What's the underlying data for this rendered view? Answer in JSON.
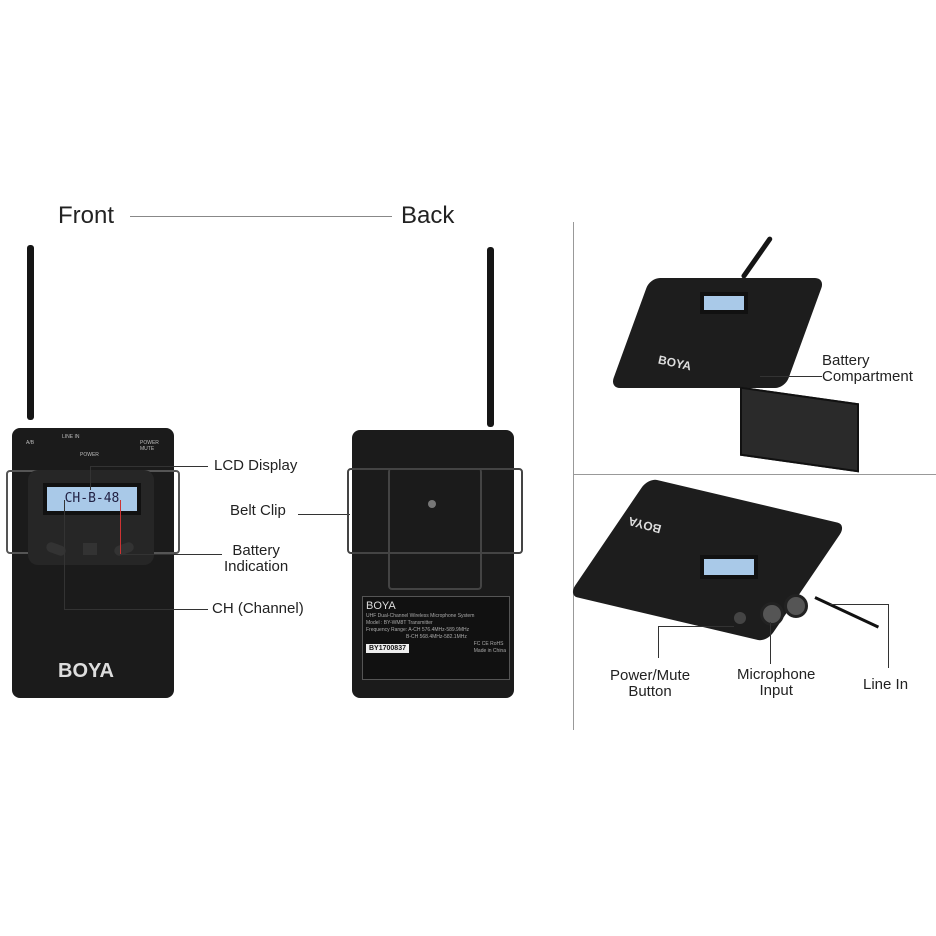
{
  "headers": {
    "front": "Front",
    "back": "Back"
  },
  "callouts": {
    "lcd_display": "LCD Display",
    "belt_clip": "Belt Clip",
    "battery_indication": "Battery\nIndication",
    "ch_channel": "CH (Channel)",
    "battery_compartment": "Battery\nCompartment",
    "power_mute_button": "Power/Mute\nButton",
    "microphone_input": "Microphone\nInput",
    "line_in": "Line In"
  },
  "device": {
    "brand": "BOYA",
    "lcd_text": "CH-B-48",
    "front_labels": {
      "ab": "A/B",
      "line_in": "LINE IN",
      "power": "POWER",
      "power_mute": "POWER\nMUTE"
    },
    "sticker": {
      "line1": "UHF Dual-Channel Wireless Microphone System",
      "line2": "Model : BY-WM8T Transmitter",
      "line3": "Frequency Range: A-CH 576.4MHz-589.9MHz",
      "line4": "B-CH 568.4MHz-582.1MHz",
      "serial": "BY1700837",
      "marks": "FC CE RoHS",
      "origin": "Made in China"
    }
  }
}
